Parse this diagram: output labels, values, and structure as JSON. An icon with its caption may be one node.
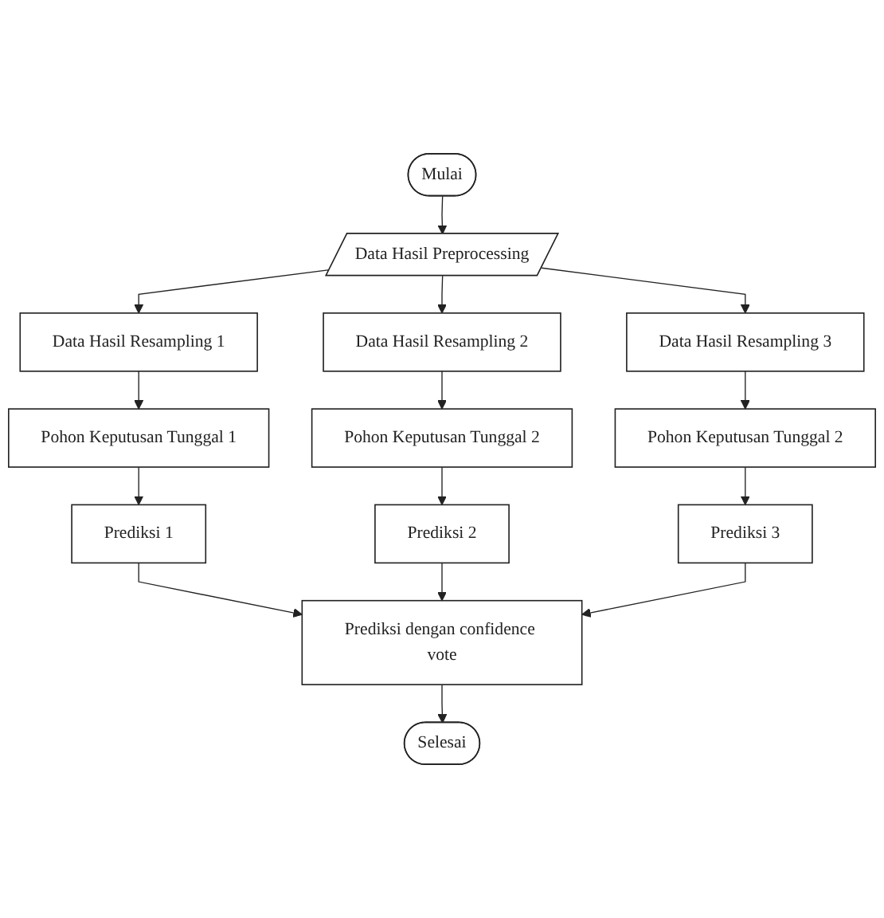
{
  "diagram": {
    "nodes": [
      {
        "text": [
          "Mulai"
        ]
      },
      {
        "text": [
          "Data Hasil Preprocessing"
        ]
      },
      {
        "text": [
          "Data Hasil Resampling 1"
        ]
      },
      {
        "text": [
          "Data Hasil Resampling 2"
        ]
      },
      {
        "text": [
          "Data Hasil Resampling 3"
        ]
      },
      {
        "text": [
          "Pohon Keputusan Tunggal 1"
        ]
      },
      {
        "text": [
          "Pohon Keputusan Tunggal 2"
        ]
      },
      {
        "text": [
          "Pohon Keputusan Tunggal 2"
        ]
      },
      {
        "text": [
          "Prediksi 1"
        ]
      },
      {
        "text": [
          "Prediksi 2"
        ]
      },
      {
        "text": [
          "Prediksi 3"
        ]
      },
      {
        "text": [
          "Prediksi dengan confidence vote"
        ]
      },
      {
        "text": [
          "Selesai"
        ]
      }
    ],
    "edges": [
      {
        "from": 0,
        "to": 1,
        "arrow": "to"
      },
      {
        "from": 1,
        "to": 2,
        "arrow": "to"
      },
      {
        "from": 1,
        "to": 3,
        "arrow": "to"
      },
      {
        "from": 1,
        "to": 4,
        "arrow": "to"
      },
      {
        "from": 2,
        "to": 5,
        "arrow": "to"
      },
      {
        "from": 3,
        "to": 6,
        "arrow": "to"
      },
      {
        "from": 4,
        "to": 7,
        "arrow": "to"
      },
      {
        "from": 5,
        "to": 8,
        "arrow": "to"
      },
      {
        "from": 6,
        "to": 9,
        "arrow": "to"
      },
      {
        "from": 7,
        "to": 10,
        "arrow": "to"
      },
      {
        "from": 8,
        "to": 11,
        "arrow": "to"
      },
      {
        "from": 9,
        "to": 11,
        "arrow": "to"
      },
      {
        "from": 10,
        "to": 11,
        "arrow": "to"
      },
      {
        "from": 11,
        "to": 12,
        "arrow": "to"
      }
    ]
  }
}
